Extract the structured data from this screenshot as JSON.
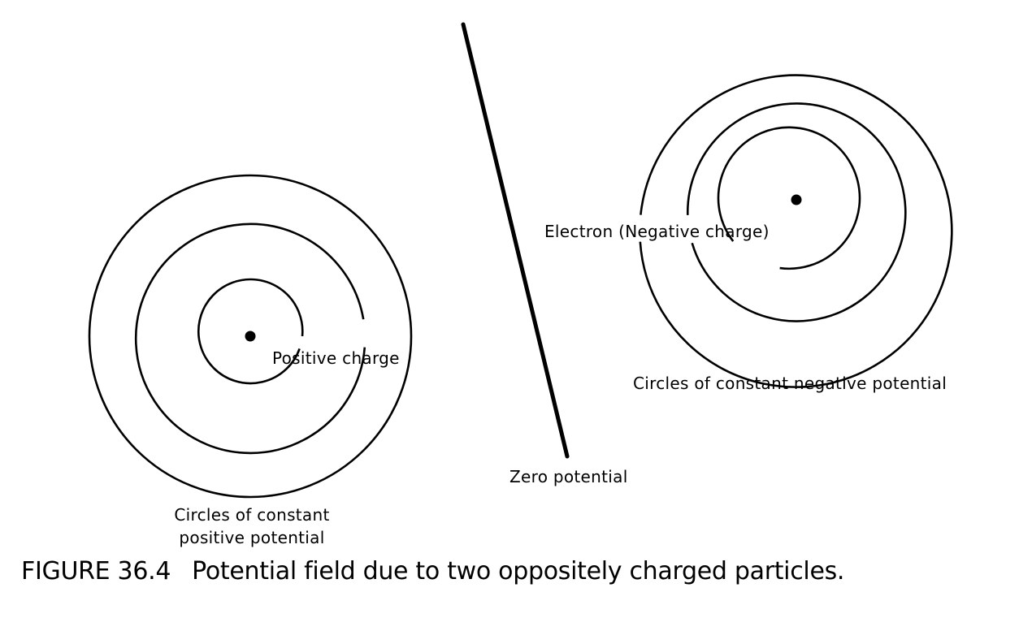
{
  "figure": {
    "number": "FIGURE 36.4",
    "caption": "Potential field due to two oppositely charged particles."
  },
  "labels": {
    "positive_charge": "Positive charge",
    "positive_circles_line1": "Circles of constant",
    "positive_circles_line2": "positive potential",
    "electron": "Electron (Negative charge)",
    "negative_circles": "Circles of constant negative potential",
    "zero_potential": "Zero potential"
  },
  "colors": {
    "ink": "#000000",
    "background": "#ffffff"
  }
}
